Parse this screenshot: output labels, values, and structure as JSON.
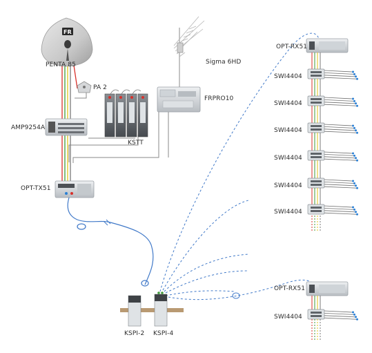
{
  "labels": {
    "penta": "PENTA 85",
    "sigma": "Sigma 6HD",
    "pa2": "PA 2",
    "frpro": "FRPRO10",
    "amp": "AMP9254A",
    "kstt": "KSTT",
    "opt_tx": "OPT-TX51",
    "opt_rx_top": "OPT-RX51",
    "opt_rx_bottom": "OPT-RX51",
    "swi_top": [
      "SWI4404",
      "SWI4404",
      "SWI4404",
      "SWI4404",
      "SWI4404",
      "SWI4404"
    ],
    "swi_bottom": "SWI4404",
    "kspi2": "KSPI-2",
    "kspi4": "KSPI-4",
    "dish_logo": "FR"
  },
  "colors": {
    "fiber": "#3f78c8",
    "cable_red": "#d8302a",
    "cable_green": "#3f9a3a",
    "cable_yellow": "#e2c21a",
    "cable_grey": "#7a7a7a",
    "device_body": "#d9dde1",
    "device_dark": "#55595e",
    "connector_blue": "#2a7fd4",
    "mount_wood": "#b99a72"
  }
}
